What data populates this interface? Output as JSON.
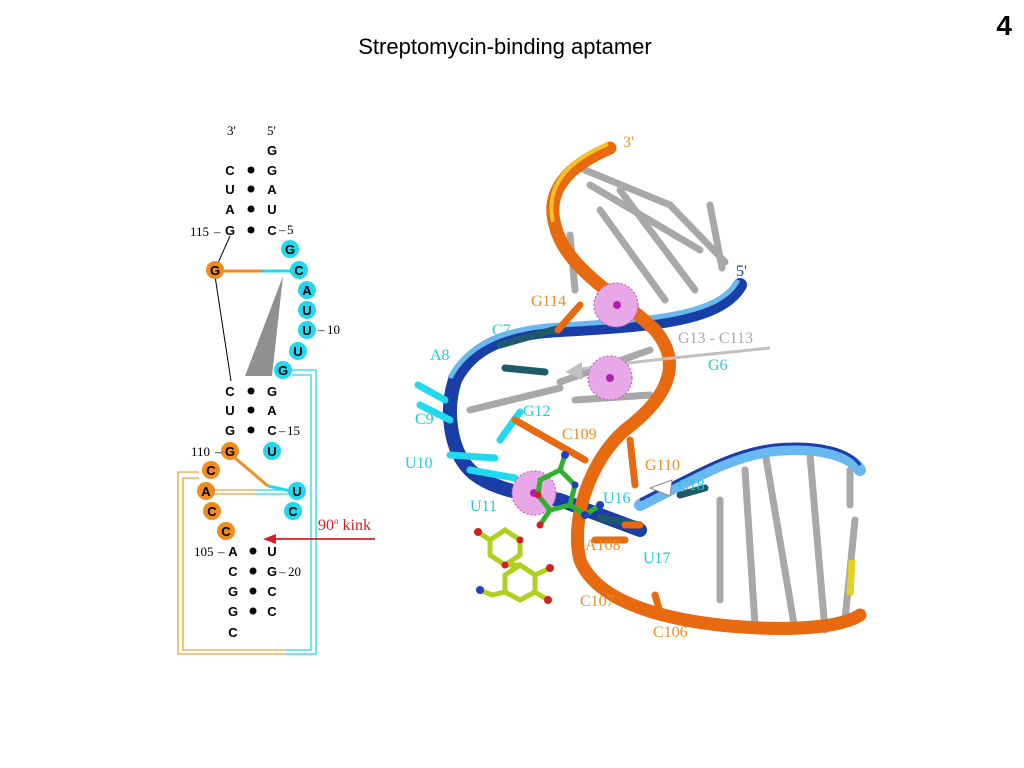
{
  "slide": {
    "number": "4",
    "title": "Streptomycin-binding aptamer"
  },
  "colors": {
    "orange": "#f08c1e",
    "cyan": "#22d8ee",
    "red": "#d62020",
    "magenta": "#d060d0",
    "blue": "#1a3ea8",
    "light_blue": "#6ab8f0"
  },
  "secondary_structure": {
    "end_labels": [
      "3'",
      "5'"
    ],
    "stem1_left": [
      "C",
      "U",
      "A",
      "G"
    ],
    "stem1_right": [
      "G",
      "G",
      "A",
      "U",
      "C"
    ],
    "loop_orange": [
      "G"
    ],
    "loop_cyan": [
      "G",
      "C",
      "A",
      "U",
      "U",
      "U",
      "G"
    ],
    "stem2_left": [
      "C",
      "U",
      "G",
      "G"
    ],
    "stem2_right": [
      "G",
      "A",
      "C",
      "U"
    ],
    "bulge_orange": [
      "C",
      "A",
      "C",
      "C"
    ],
    "bulge_cyan": [
      "U",
      "C"
    ],
    "stem3_left": [
      "A",
      "C",
      "G",
      "G",
      "C"
    ],
    "stem3_right": [
      "U",
      "G",
      "C",
      "C"
    ],
    "numbers": [
      "5",
      "115",
      "10",
      "15",
      "110",
      "105",
      "20"
    ],
    "kink_label": "90",
    "kink_degree": "o",
    "kink_word": "kink"
  },
  "structure_3d": {
    "strand_ends": {
      "three_prime": "3'",
      "five_prime": "5'"
    },
    "labels": {
      "g114": "G114",
      "c7": "C7",
      "g13_c113": "G13 - C113",
      "g6": "G6",
      "a8": "A8",
      "g12": "G12",
      "c9": "C9",
      "c109": "C109",
      "g110": "G110",
      "u10": "U10",
      "c18": "C18",
      "u16": "U16",
      "u11": "U11",
      "a108": "A108",
      "u17": "U17",
      "c107": "C107",
      "c106": "C106"
    }
  }
}
